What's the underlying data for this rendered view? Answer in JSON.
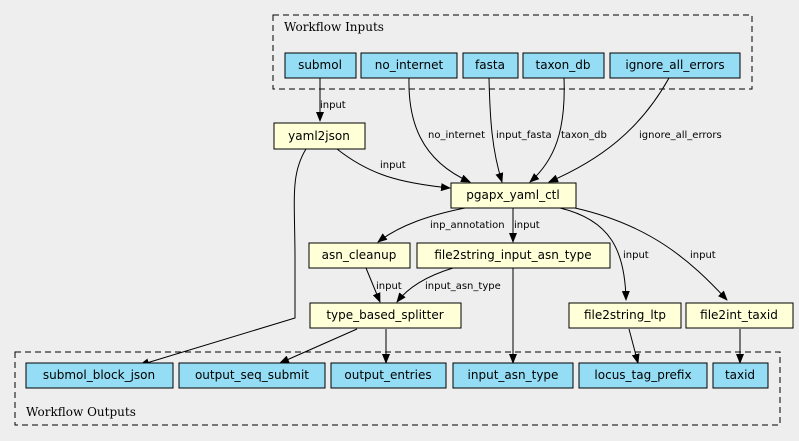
{
  "clusters": {
    "inputs_title": "Workflow Inputs",
    "outputs_title": "Workflow Outputs"
  },
  "inputs": [
    "submol",
    "no_internet",
    "fasta",
    "taxon_db",
    "ignore_all_errors"
  ],
  "steps": [
    "yaml2json",
    "pgapx_yaml_ctl",
    "asn_cleanup",
    "file2string_input_asn_type",
    "type_based_splitter",
    "file2string_ltp",
    "file2int_taxid"
  ],
  "outputs": [
    "submol_block_json",
    "output_seq_submit",
    "output_entries",
    "input_asn_type",
    "locus_tag_prefix",
    "taxid"
  ],
  "edges": [
    {
      "from": "submol",
      "to": "yaml2json",
      "label": "input"
    },
    {
      "from": "no_internet",
      "to": "pgapx_yaml_ctl",
      "label": "no_internet"
    },
    {
      "from": "fasta",
      "to": "pgapx_yaml_ctl",
      "label": "input_fasta"
    },
    {
      "from": "taxon_db",
      "to": "pgapx_yaml_ctl",
      "label": "taxon_db"
    },
    {
      "from": "ignore_all_errors",
      "to": "pgapx_yaml_ctl",
      "label": "ignore_all_errors"
    },
    {
      "from": "yaml2json",
      "to": "pgapx_yaml_ctl",
      "label": "input"
    },
    {
      "from": "yaml2json",
      "to": "submol_block_json",
      "label": ""
    },
    {
      "from": "pgapx_yaml_ctl",
      "to": "asn_cleanup",
      "label": "inp_annotation"
    },
    {
      "from": "pgapx_yaml_ctl",
      "to": "file2string_input_asn_type",
      "label": "input"
    },
    {
      "from": "pgapx_yaml_ctl",
      "to": "file2string_ltp",
      "label": "input"
    },
    {
      "from": "pgapx_yaml_ctl",
      "to": "file2int_taxid",
      "label": "input"
    },
    {
      "from": "asn_cleanup",
      "to": "type_based_splitter",
      "label": "input"
    },
    {
      "from": "file2string_input_asn_type",
      "to": "type_based_splitter",
      "label": "input_asn_type"
    },
    {
      "from": "file2string_input_asn_type",
      "to": "input_asn_type",
      "label": ""
    },
    {
      "from": "type_based_splitter",
      "to": "output_seq_submit",
      "label": ""
    },
    {
      "from": "type_based_splitter",
      "to": "output_entries",
      "label": ""
    },
    {
      "from": "file2string_ltp",
      "to": "locus_tag_prefix",
      "label": ""
    },
    {
      "from": "file2int_taxid",
      "to": "taxid",
      "label": ""
    }
  ]
}
